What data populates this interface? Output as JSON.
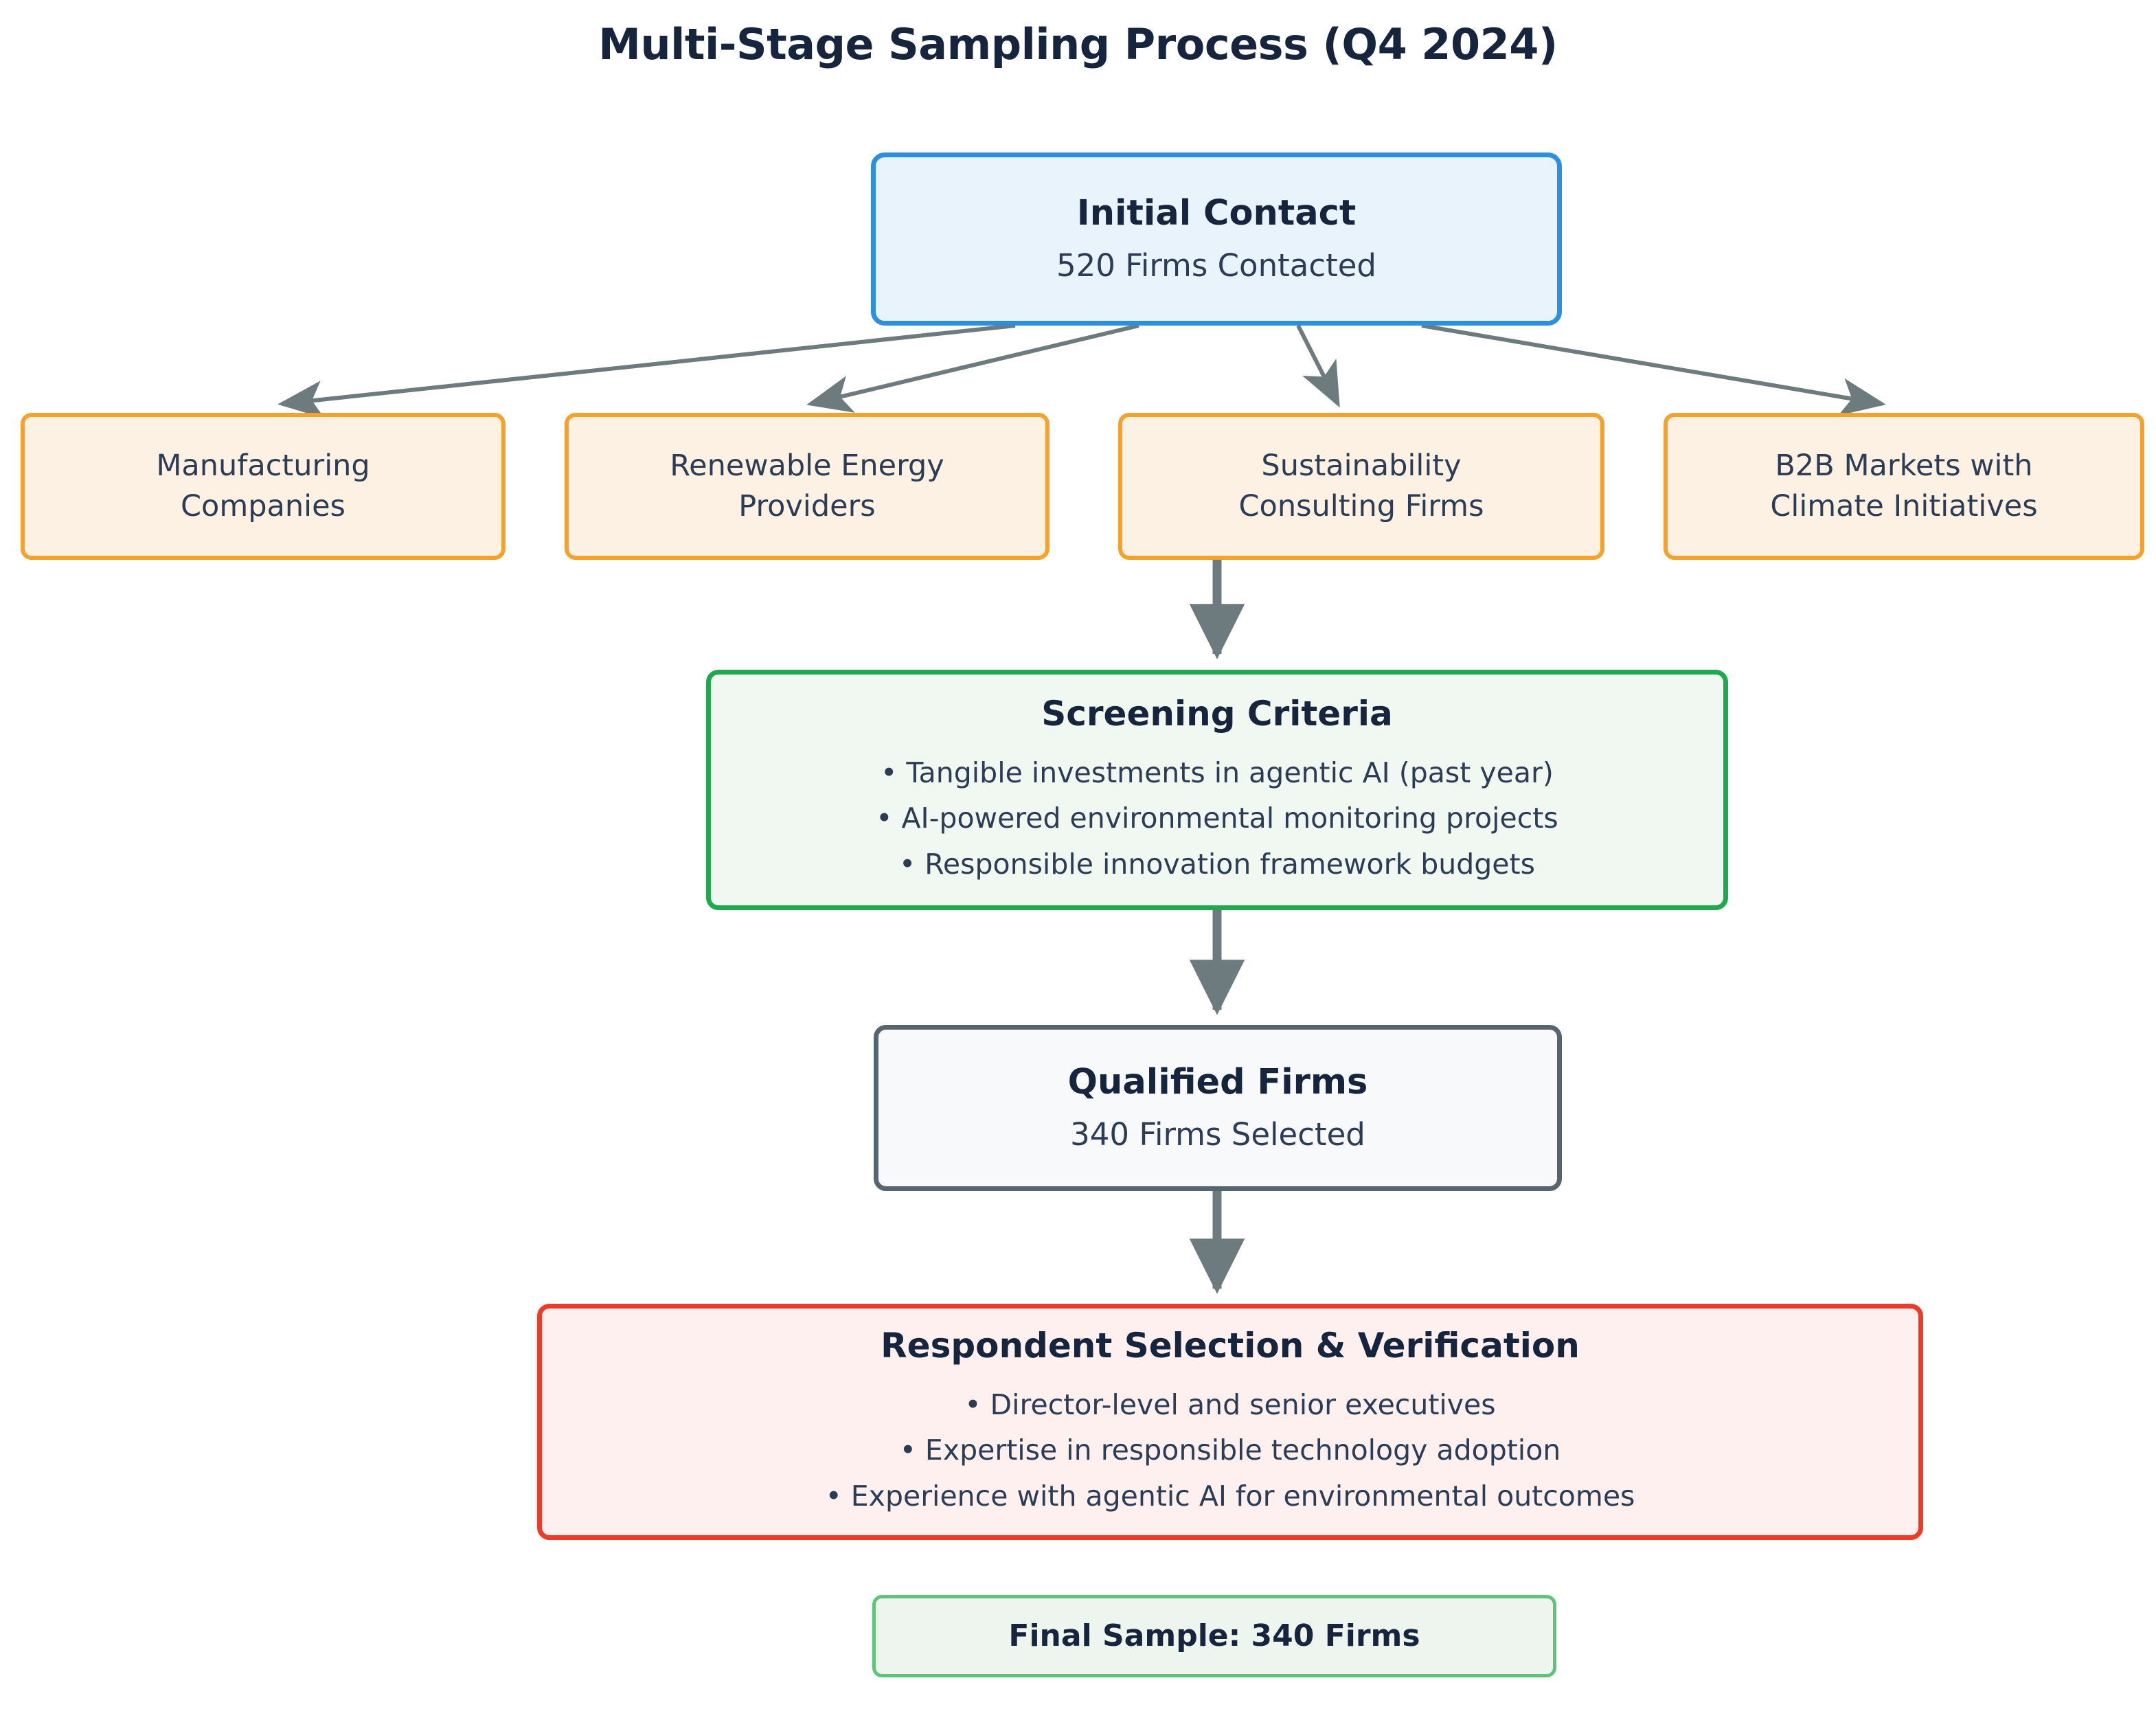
{
  "title": "Multi-Stage Sampling Process (Q4 2024)",
  "colors": {
    "text": "#16253d",
    "blue_border": "#2c8fe0",
    "blue_fill": "#e9f3fc",
    "orange_border": "#f4a22c",
    "orange_fill": "#fdf1e4",
    "green_border": "#1fa94f",
    "green_fill": "#f1f8f2",
    "gray_border": "#566570",
    "gray_fill": "#f8f9fa",
    "red_border": "#ee3b28",
    "red_fill": "#fdf0ef",
    "final_border": "#5ec47c",
    "final_fill": "#eef5ee",
    "arrow": "#6d7b7f"
  },
  "chart_data": {
    "type": "diagram",
    "title": "Multi-Stage Sampling Process (Q4 2024)",
    "nodes": [
      {
        "id": "initial_contact",
        "title": "Initial Contact",
        "subtitle": "520 Firms Contacted",
        "value": 520,
        "stage": 1
      },
      {
        "id": "segment_manufacturing",
        "title": "Manufacturing Companies",
        "stage": 2
      },
      {
        "id": "segment_renewable",
        "title": "Renewable Energy Providers",
        "stage": 2
      },
      {
        "id": "segment_sustainability",
        "title": "Sustainability Consulting Firms",
        "stage": 2
      },
      {
        "id": "segment_b2b",
        "title": "B2B Markets with Climate Initiatives",
        "stage": 2
      },
      {
        "id": "screening_criteria",
        "title": "Screening Criteria",
        "stage": 3
      },
      {
        "id": "qualified_firms",
        "title": "Qualified Firms",
        "subtitle": "340 Firms Selected",
        "value": 340,
        "stage": 4
      },
      {
        "id": "respondent_selection",
        "title": "Respondent Selection & Verification",
        "stage": 5
      },
      {
        "id": "final_sample",
        "title": "Final Sample: 340 Firms",
        "value": 340,
        "stage": 6
      }
    ],
    "edges": [
      {
        "from": "initial_contact",
        "to": "segment_manufacturing",
        "style": "thin"
      },
      {
        "from": "initial_contact",
        "to": "segment_renewable",
        "style": "thin"
      },
      {
        "from": "initial_contact",
        "to": "segment_sustainability",
        "style": "thin"
      },
      {
        "from": "initial_contact",
        "to": "segment_b2b",
        "style": "thin"
      },
      {
        "from": "segment_sustainability",
        "to": "screening_criteria",
        "style": "thick"
      },
      {
        "from": "screening_criteria",
        "to": "qualified_firms",
        "style": "thick"
      },
      {
        "from": "qualified_firms",
        "to": "respondent_selection",
        "style": "thick"
      }
    ]
  },
  "initial_contact": {
    "title": "Initial Contact",
    "subtitle": "520 Firms Contacted"
  },
  "segments": [
    {
      "line1": "Manufacturing",
      "line2": "Companies"
    },
    {
      "line1": "Renewable Energy",
      "line2": "Providers"
    },
    {
      "line1": "Sustainability",
      "line2": "Consulting Firms"
    },
    {
      "line1": "B2B Markets with",
      "line2": "Climate Initiatives"
    }
  ],
  "screening": {
    "title": "Screening Criteria",
    "items": [
      "• Tangible investments in agentic AI (past year)",
      "• AI-powered environmental monitoring projects",
      "• Responsible innovation framework budgets"
    ]
  },
  "qualified": {
    "title": "Qualified Firms",
    "subtitle": "340 Firms Selected"
  },
  "respondent": {
    "title": "Respondent Selection & Verification",
    "items": [
      "• Director-level and senior executives",
      "• Expertise in responsible technology adoption",
      "• Experience with agentic AI for environmental outcomes"
    ]
  },
  "final": {
    "title": "Final Sample: 340 Firms"
  }
}
